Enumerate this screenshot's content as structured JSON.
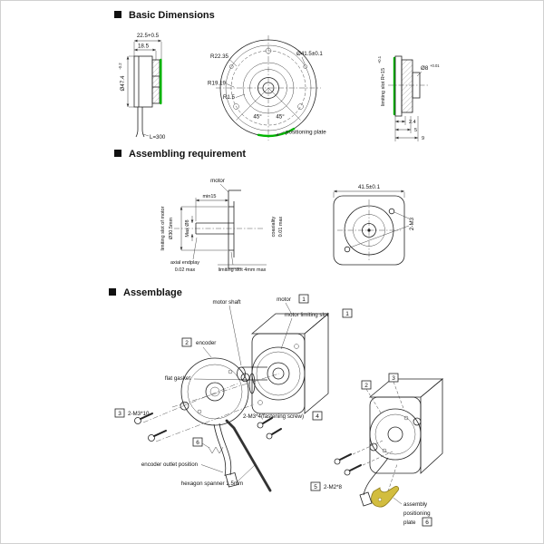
{
  "basic": {
    "title": "Basic Dimensions",
    "side": {
      "dim_total": "22.5+0.5",
      "dim_body": "18.5",
      "dia": "Ø47.4",
      "dia_tol": "-0.2",
      "cable": "L=300"
    },
    "front": {
      "r1": "R22.35",
      "r2": "R19.19",
      "r3": "R1.5",
      "bolt": "Ø41.5±0.1",
      "angle_left": "45°",
      "angle_right": "45°",
      "plate": "positioning plate"
    },
    "end": {
      "slot": "limiting slot R=15",
      "slot_tol": "+0.1",
      "shaft": "Ø8",
      "shaft_tol": "+0.01",
      "d1": "2.4",
      "d2": "5",
      "d3": "9"
    }
  },
  "assembling": {
    "title": "Assembling requirement",
    "motor": "motor",
    "min_shaft": "min15",
    "slot_label": "limiting slot of motor",
    "slot_dia": "Ø30.5mm",
    "max_shaft": "Max Ø8",
    "coax_1": "coaxiality",
    "coax_2": "0.01 max",
    "endplay_1": "axial endplay",
    "endplay_2": "0.02 max",
    "slot_max": "limiting slot 4mm max",
    "flange_dim": "41.5±0.1",
    "mount_holes": "2-M3"
  },
  "assemblage": {
    "title": "Assemblage",
    "motor_shaft": "motor shaft",
    "motor": "motor",
    "motor_slot": "motor limiting slot",
    "encoder": "encoder",
    "gasket": "flat gasket",
    "screws_m3_10": "2-M3*10",
    "screws_m3_4": "2-M3*4(fastening screw)",
    "outlet": "encoder outlet position",
    "spanner": "hexagon spanner 1.5mm",
    "screws_m2_8": "2-M2*8",
    "plate_1": "assembly",
    "plate_2": "positioning",
    "plate_3": "plate",
    "refs": {
      "r1": "1",
      "r2": "2",
      "r3": "3",
      "r4": "4",
      "r5": "5",
      "r6": "6"
    }
  }
}
